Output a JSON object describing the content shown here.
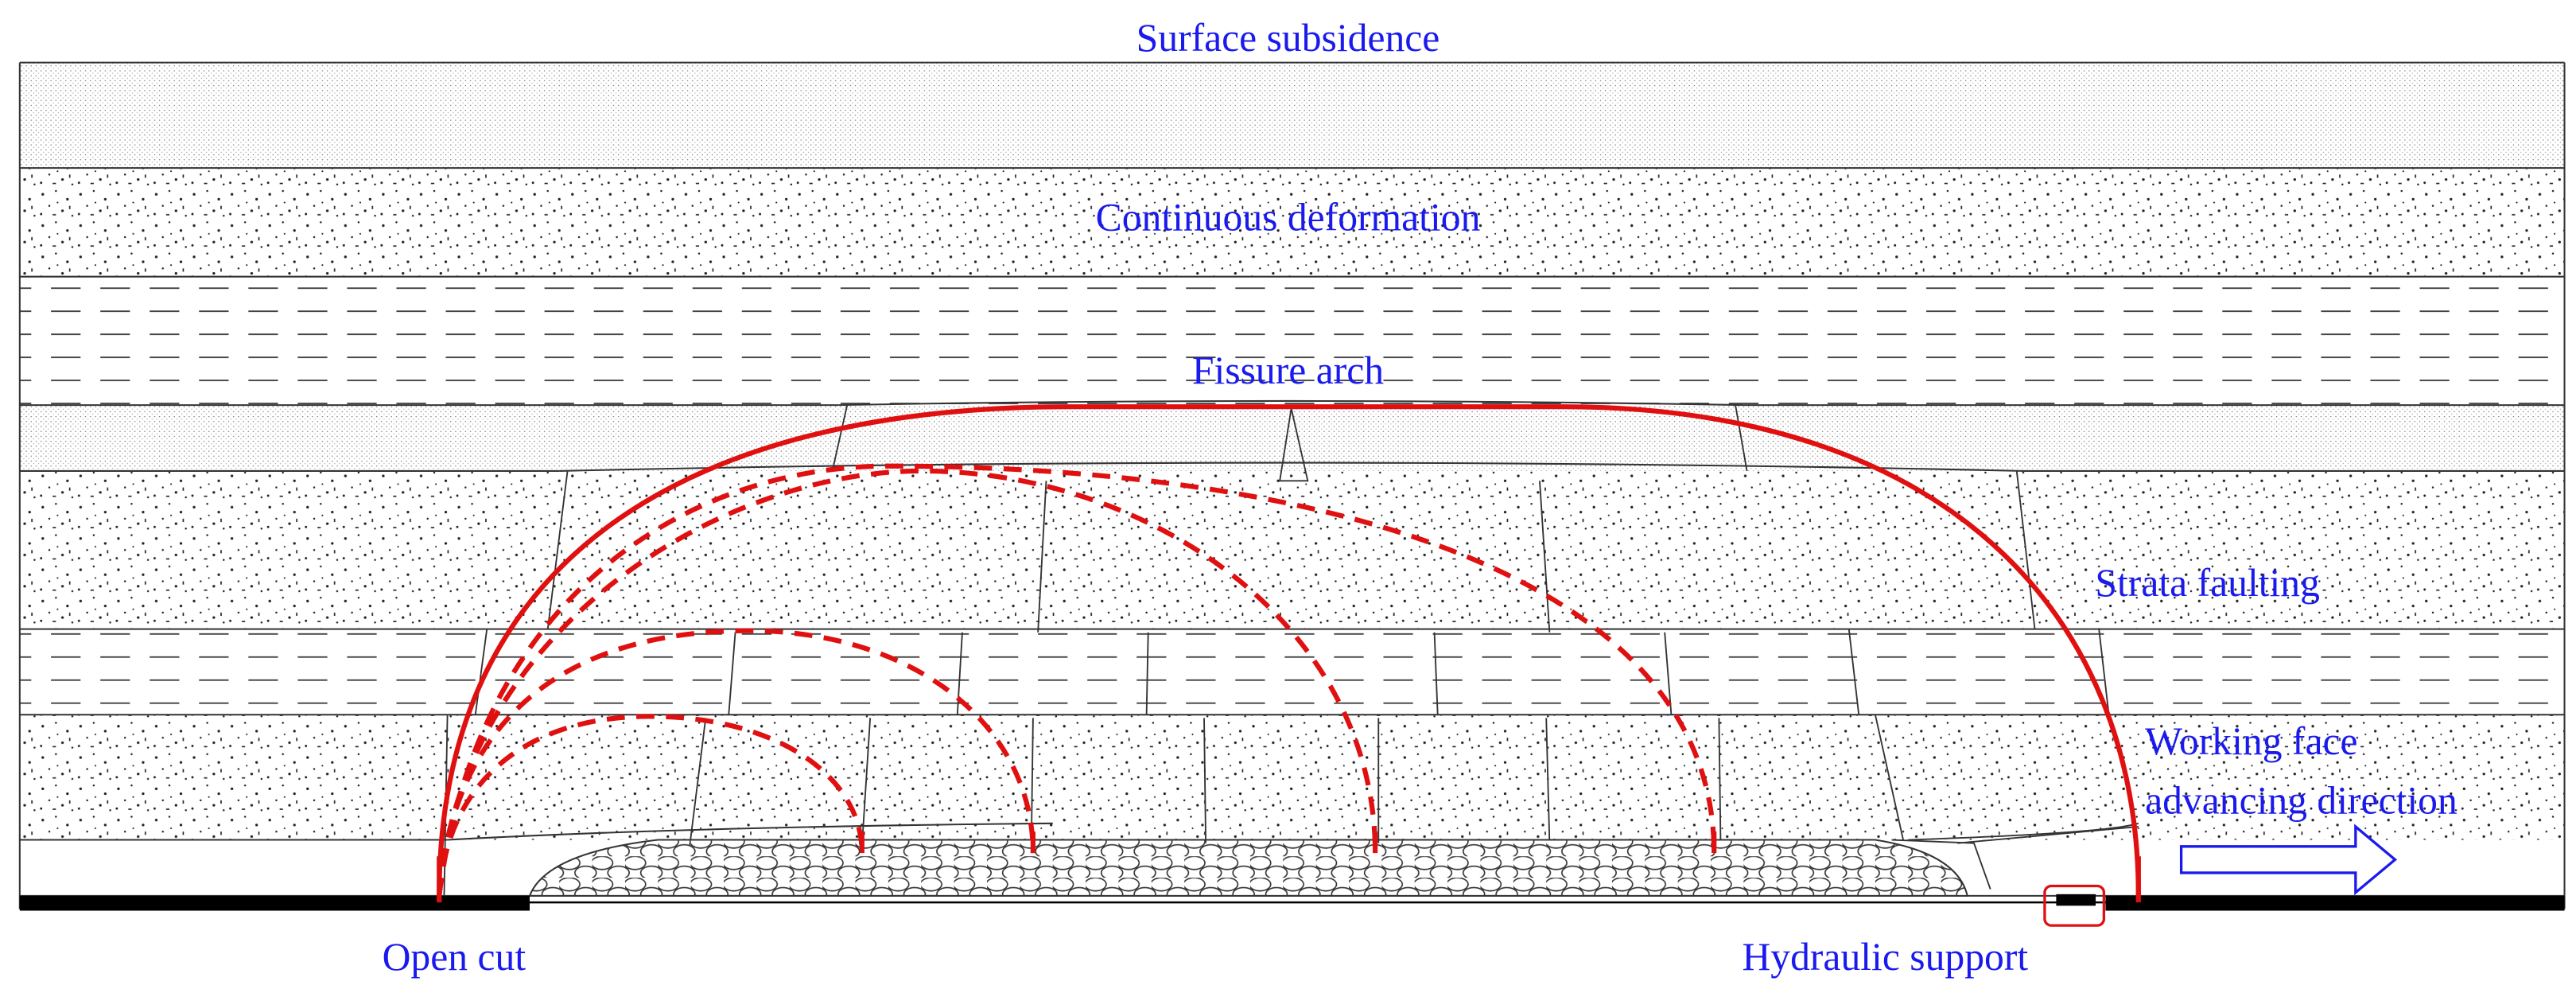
{
  "labels": {
    "surface_subsidence": "Surface subsidence",
    "continuous_deformation": "Continuous deformation",
    "fissure_arch": "Fissure arch",
    "strata_faulting": "Strata faulting",
    "working_face_line1": "Working face",
    "working_face_line2": "advancing direction",
    "open_cut": "Open cut",
    "hydraulic_support": "Hydraulic support"
  },
  "colors": {
    "label": "#1a1aee",
    "arch": "#e01010",
    "strata_line": "#333333",
    "coal_seam": "#000000",
    "arrow": "#1a1aee"
  }
}
